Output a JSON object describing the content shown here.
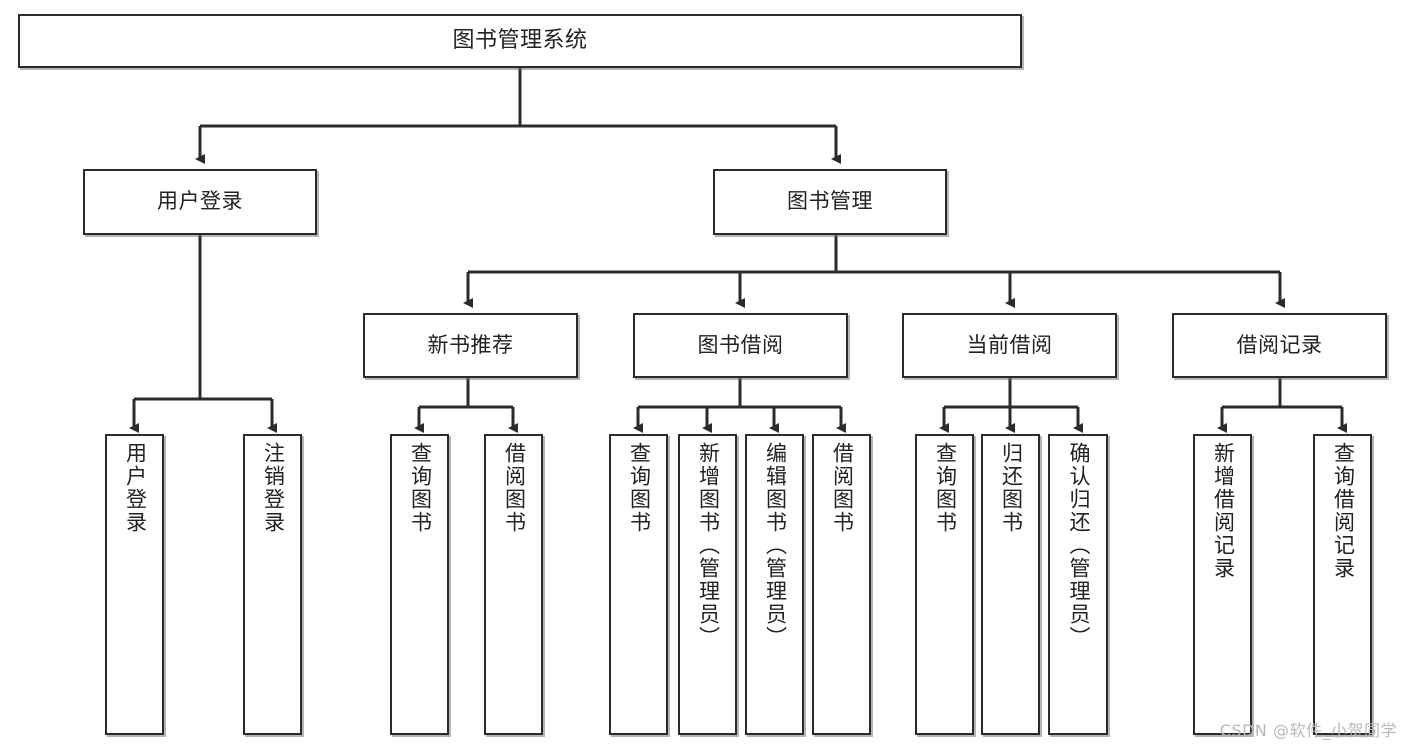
{
  "diagram": {
    "type": "tree",
    "title": "图书管理系统",
    "watermark": "CSDN @软件_小贺同学",
    "colors": {
      "box_border": "#2b2b2b",
      "box_fill": "#ffffff",
      "edge": "#2b2b2b",
      "text": "#222222",
      "watermark": "#b9b9b9",
      "shadow": "#787878"
    },
    "nodes": {
      "root": {
        "label": "图书管理系统"
      },
      "level2": [
        {
          "id": "user-login",
          "label": "用户登录"
        },
        {
          "id": "book-manage",
          "label": "图书管理"
        }
      ],
      "level3": [
        {
          "id": "new-book-recommend",
          "label": "新书推荐"
        },
        {
          "id": "book-borrow",
          "label": "图书借阅"
        },
        {
          "id": "current-borrow",
          "label": "当前借阅"
        },
        {
          "id": "borrow-record",
          "label": "借阅记录"
        }
      ],
      "leaves": {
        "user_login": [
          {
            "id": "leaf-user-login",
            "label": "用户登录"
          },
          {
            "id": "leaf-logout-login",
            "label": "注销登录"
          }
        ],
        "new_book_recommend": [
          {
            "id": "leaf-query-book-1",
            "label": "查询图书"
          },
          {
            "id": "leaf-borrow-book-1",
            "label": "借阅图书"
          }
        ],
        "book_borrow": [
          {
            "id": "leaf-query-book-2",
            "label": "查询图书"
          },
          {
            "id": "leaf-add-book",
            "label": "新增图书（管理员）"
          },
          {
            "id": "leaf-edit-book",
            "label": "编辑图书（管理员）"
          },
          {
            "id": "leaf-borrow-book-2",
            "label": "借阅图书"
          }
        ],
        "current_borrow": [
          {
            "id": "leaf-query-book-3",
            "label": "查询图书"
          },
          {
            "id": "leaf-return-book",
            "label": "归还图书"
          },
          {
            "id": "leaf-confirm-return",
            "label": "确认归还（管理员）"
          }
        ],
        "borrow_record": [
          {
            "id": "leaf-add-record",
            "label": "新增借阅记录"
          },
          {
            "id": "leaf-query-record",
            "label": "查询借阅记录"
          }
        ]
      }
    }
  }
}
